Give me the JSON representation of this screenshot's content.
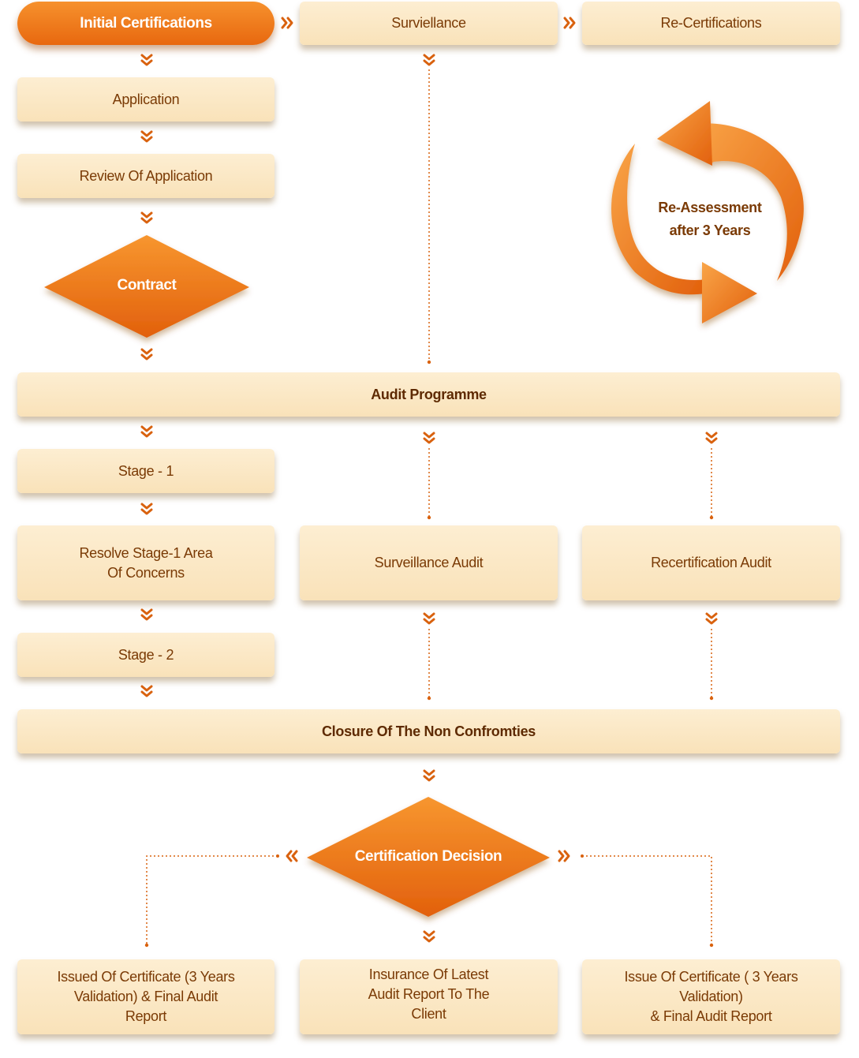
{
  "header": {
    "initial": "Initial Certifications",
    "surveillance": "Surviellance",
    "recert": "Re-Certifications"
  },
  "steps": {
    "application": "Application",
    "review": "Review Of Application",
    "contract": "Contract",
    "audit_programme": "Audit Programme",
    "stage1": "Stage - 1",
    "resolve_line1": "Resolve Stage-1 Area",
    "resolve_line2": "Of Concerns",
    "surveillance_audit": "Surveillance Audit",
    "recert_audit": "Recertification Audit",
    "stage2": "Stage - 2",
    "closure": "Closure Of The Non Confromties",
    "decision": "Certification Decision"
  },
  "cycle": {
    "line1": "Re-Assessment",
    "line2": "after 3 Years"
  },
  "outcomes": {
    "left": [
      "Issued Of Certificate (3 Years",
      "Validation) & Final Audit",
      "Report"
    ],
    "middle": [
      "Insurance Of Latest",
      "Audit Report To The",
      "Client"
    ],
    "right": [
      "Issue Of Certificate ( 3 Years",
      "Validation)",
      "& Final Audit Report"
    ]
  },
  "colors": {
    "orange": "#ee7417",
    "box_fill": "#fbe7c4",
    "text": "#7a3a05"
  }
}
